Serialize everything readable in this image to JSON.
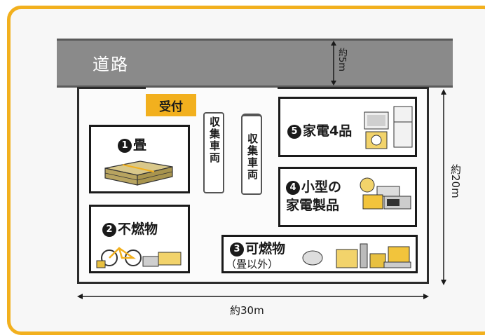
{
  "road": {
    "label": "道路",
    "width": "約5m"
  },
  "reception": {
    "label": "受付"
  },
  "trucks": [
    {
      "label": "収集車両"
    },
    {
      "label": "収集車両"
    }
  ],
  "zones": [
    {
      "number": "1",
      "label": "畳"
    },
    {
      "number": "2",
      "label": "不燃物"
    },
    {
      "number": "3",
      "label": "可燃物",
      "note": "（畳以外）"
    },
    {
      "number": "4",
      "label_line1": "小型の",
      "label_line2": "家電製品"
    },
    {
      "number": "5",
      "label": "家電4品"
    }
  ],
  "dimensions": {
    "width": "約30m",
    "depth": "約20m"
  },
  "colors": {
    "accent": "#f2b01e",
    "road": "#8a8a8a"
  }
}
